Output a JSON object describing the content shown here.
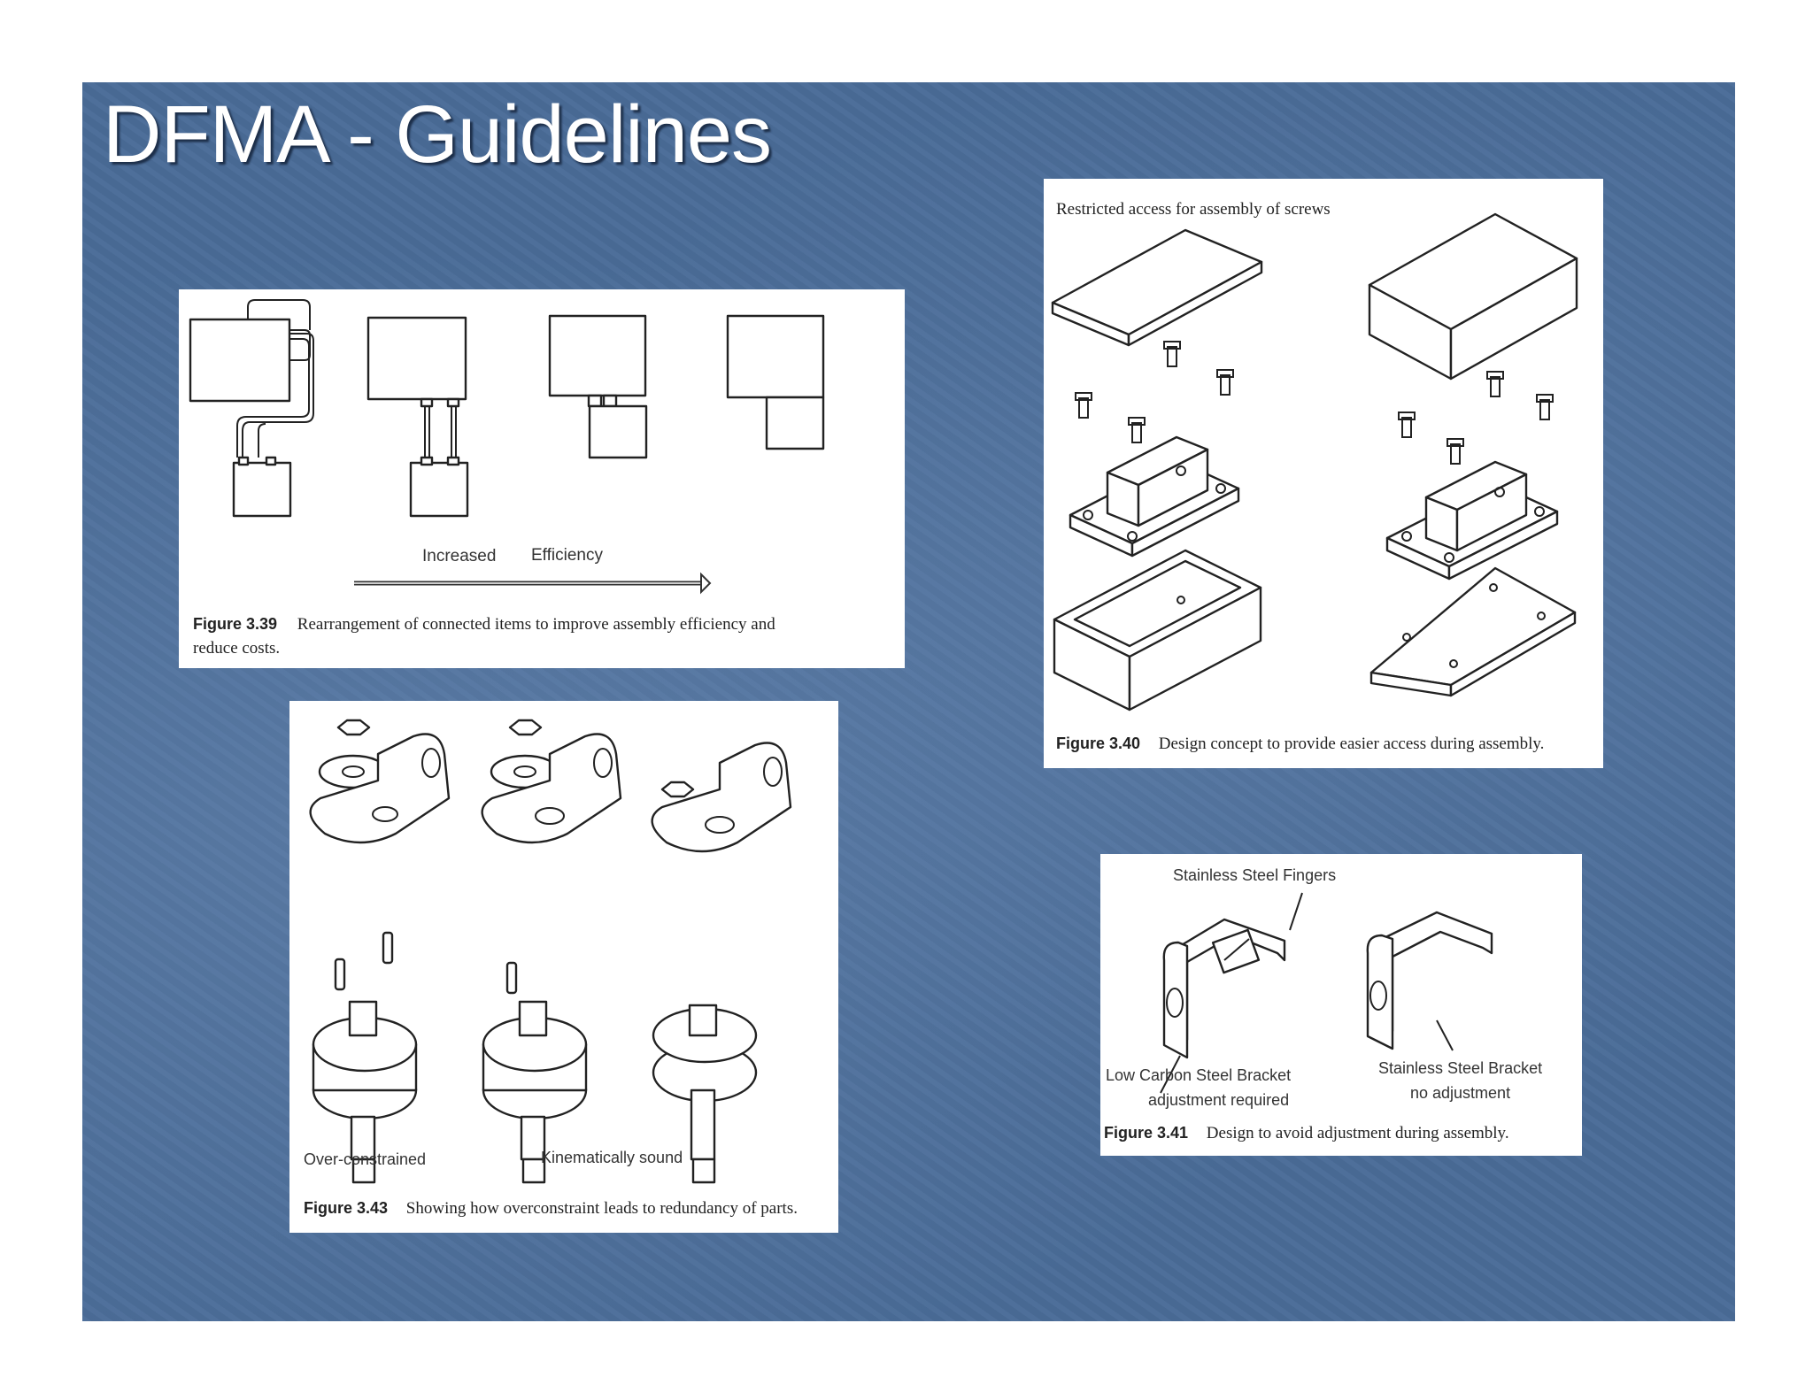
{
  "slide": {
    "title": "DFMA - Guidelines"
  },
  "fig339": {
    "increased": "Increased",
    "efficiency": "Efficiency",
    "fig_label": "Figure 3.39",
    "caption_line1": "Rearrangement of connected items to improve assembly efficiency and",
    "caption_line2": "reduce costs."
  },
  "fig340": {
    "header": "Restricted access for assembly of screws",
    "fig_label": "Figure 3.40",
    "caption": "Design concept to provide easier access during assembly."
  },
  "fig343": {
    "label_left": "Over-constrained",
    "label_right": "Kinematically sound",
    "fig_label": "Figure 3.43",
    "caption": "Showing how overconstraint leads to redundancy of parts."
  },
  "fig341": {
    "fingers": "Stainless Steel Fingers",
    "left_line1": "Low Carbon Steel Bracket",
    "left_line2": "adjustment required",
    "right_line1": "Stainless Steel Bracket",
    "right_line2": "no adjustment",
    "fig_label": "Figure 3.41",
    "caption": "Design to avoid adjustment during assembly."
  }
}
